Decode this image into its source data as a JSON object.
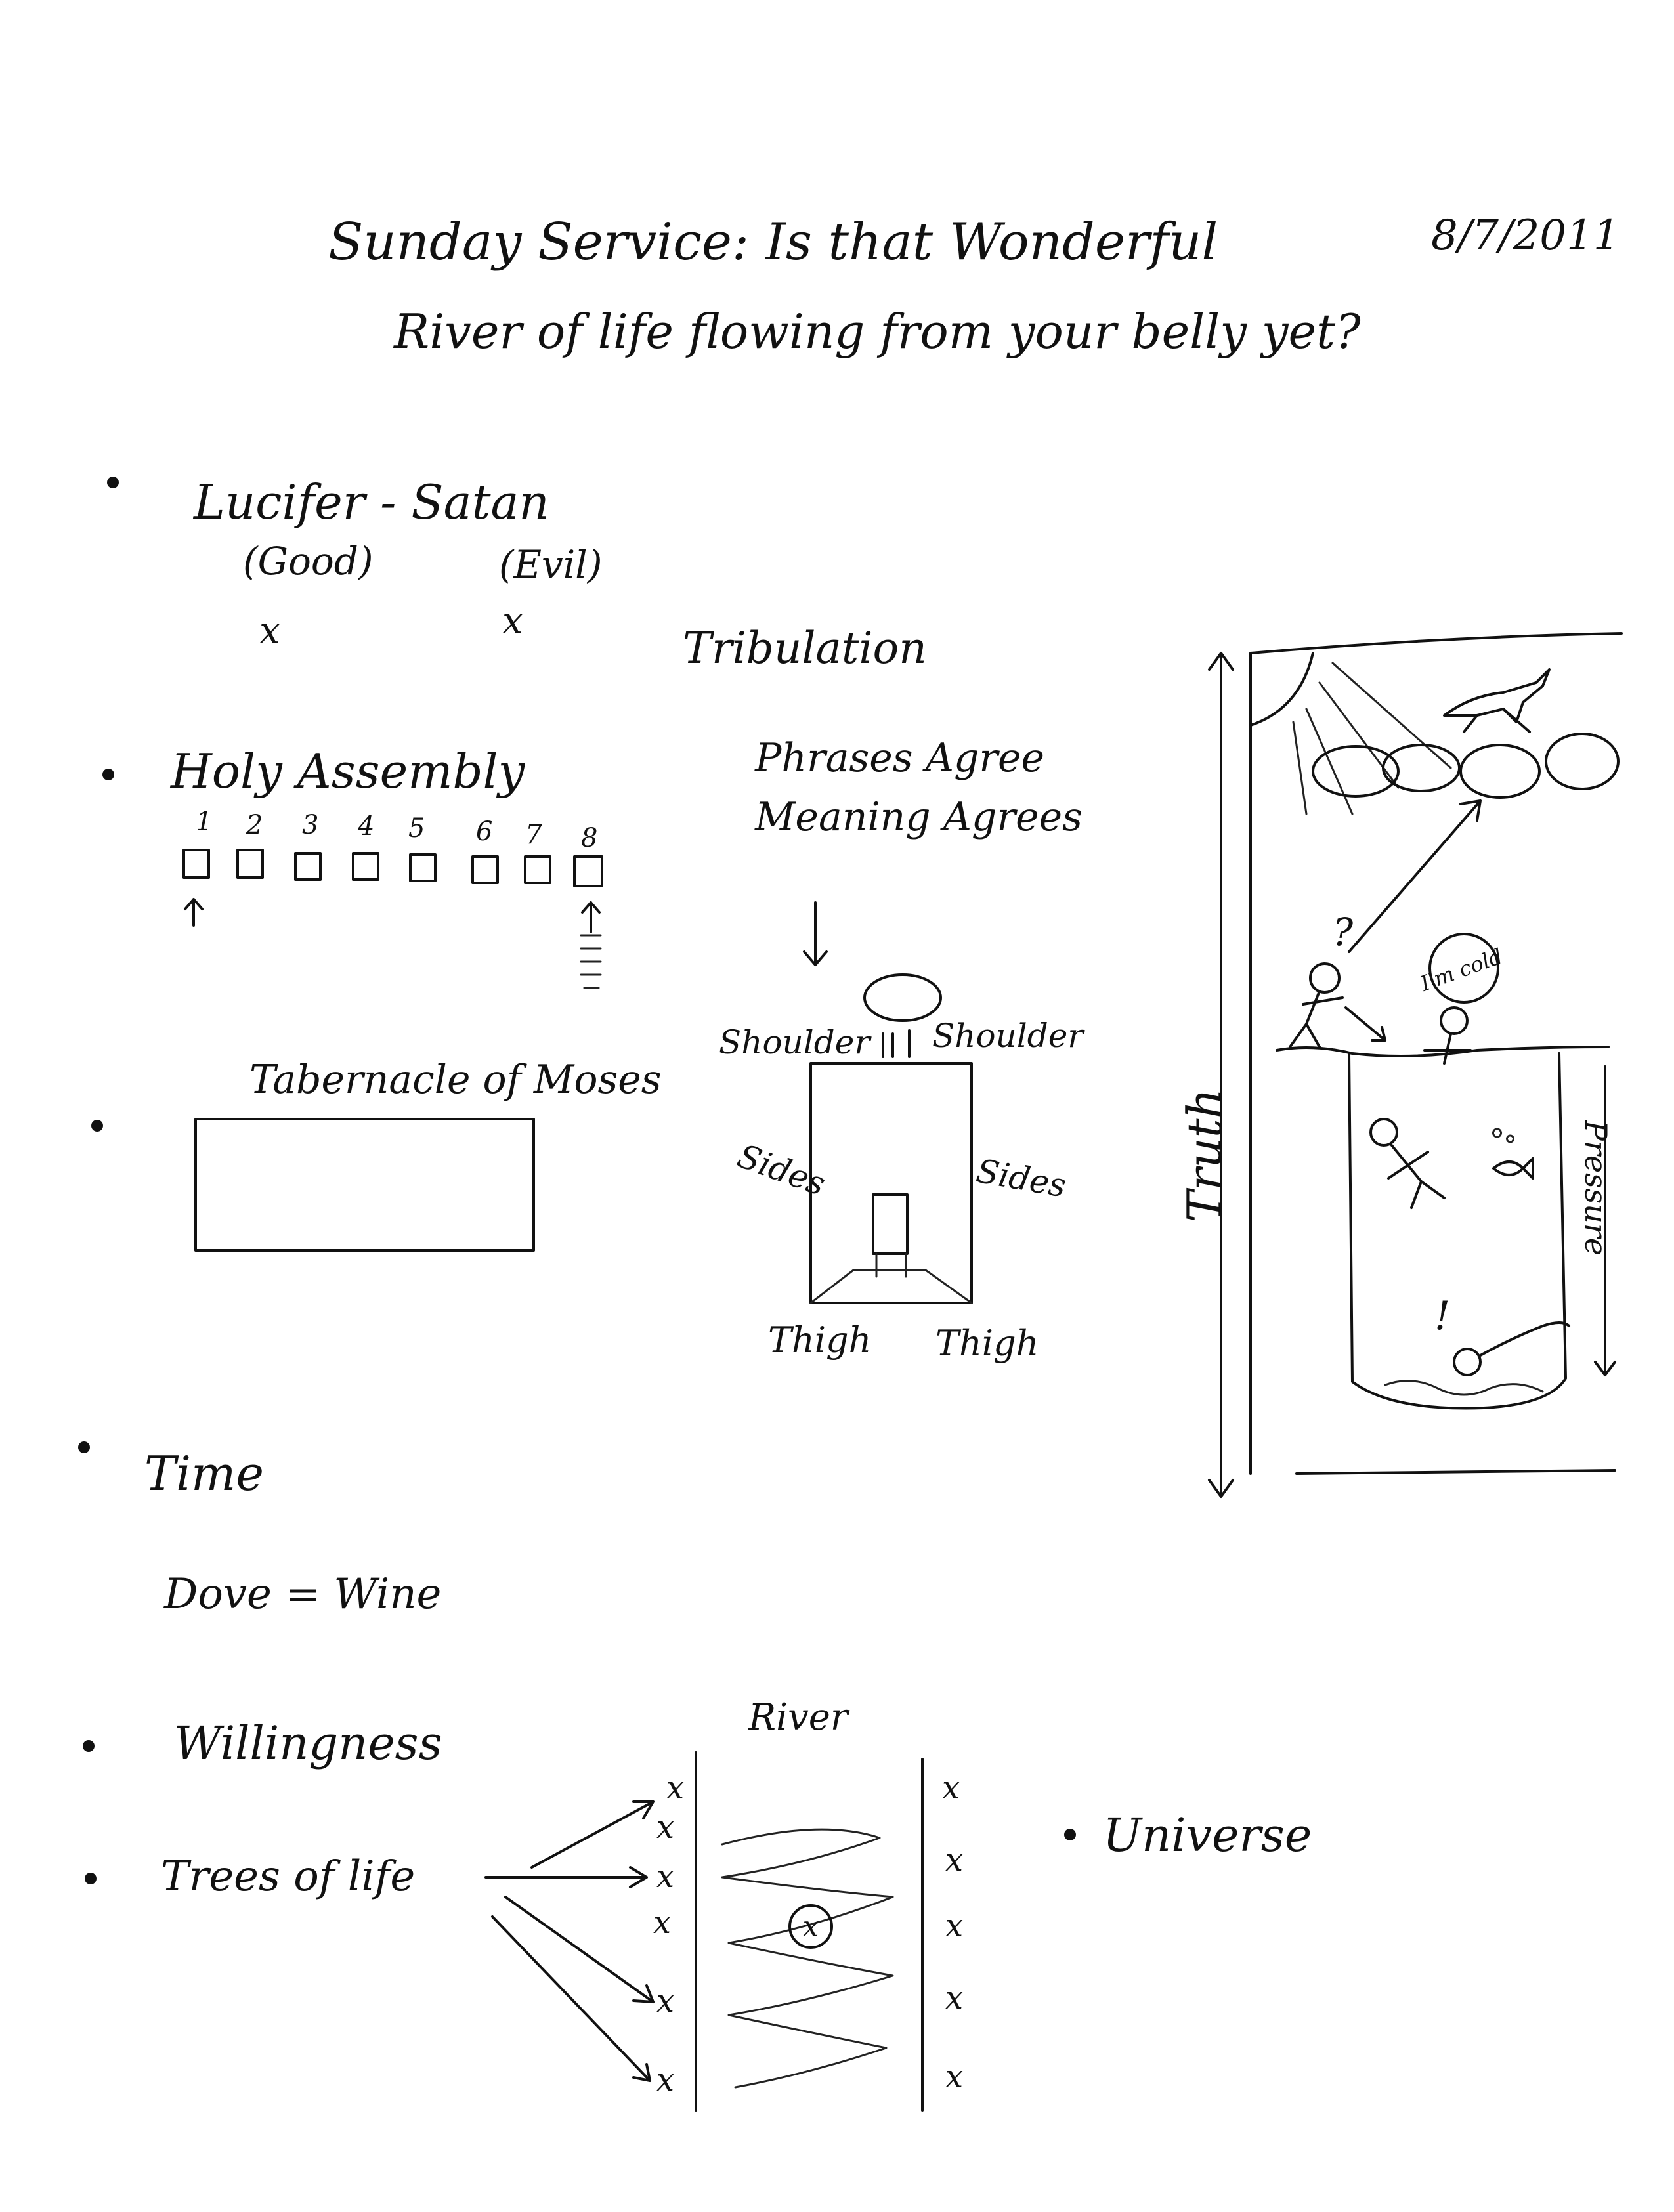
{
  "header": {
    "title_line1": "Sunday Service: Is that Wonderful",
    "title_line2": "River of life flowing from your belly yet?",
    "date": "8/7/2011"
  },
  "notes": {
    "lucifer": "Lucifer - Satan",
    "good": "(Good)",
    "evil": "(Evil)",
    "holy_assembly": "Holy Assembly",
    "assembly_numbers": [
      "1",
      "2",
      "3",
      "4",
      "5",
      "6",
      "7",
      "8"
    ],
    "tabernacle": "Tabernacle of Moses",
    "time": "Time",
    "dove_wine": "Dove = Wine",
    "willingness": "Willingness",
    "trees_of_life": "Trees of life",
    "universe": "Universe"
  },
  "tribulation": {
    "heading": "Tribulation",
    "phrases": "Phrases Agree",
    "meaning": "Meaning Agrees",
    "shoulder_left": "Shoulder",
    "shoulder_right": "Shoulder",
    "sides_left": "Sides",
    "sides_right": "Sides",
    "thigh_left": "Thigh",
    "thigh_right": "Thigh"
  },
  "truth_diagram": {
    "truth": "Truth",
    "pressure": "Pressure",
    "question": "?",
    "im_cold": "I'm cold",
    "exclaim": "!"
  },
  "river": {
    "label": "River"
  },
  "marks": {
    "x": "x"
  }
}
